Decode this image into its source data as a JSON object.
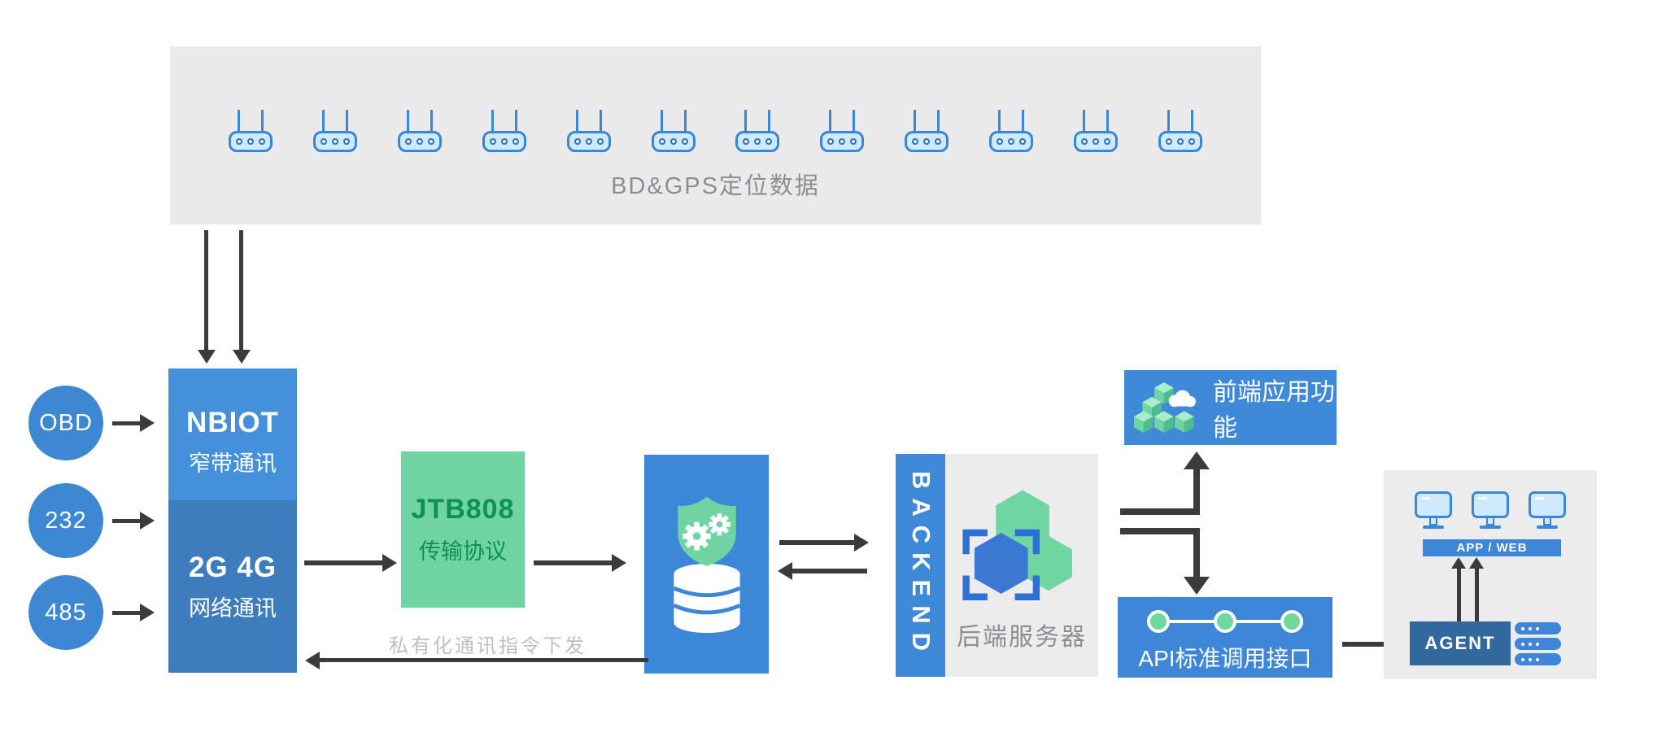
{
  "top_panel": {
    "caption": "BD&GPS定位数据",
    "router_count": 12
  },
  "inputs": [
    {
      "label": "OBD"
    },
    {
      "label": "232"
    },
    {
      "label": "485"
    }
  ],
  "comm_box": {
    "nbiot_title": "NBIOT",
    "nbiot_subtitle": "窄带通讯",
    "cell_title": "2G 4G",
    "cell_subtitle": "网络通讯"
  },
  "protocol_box": {
    "title": "JTB808",
    "subtitle": "传输协议"
  },
  "backend": {
    "bar_label": "BACKEND",
    "caption": "后端服务器"
  },
  "frontend_box": {
    "label": "前端应用功能"
  },
  "api_box": {
    "label": "API标准调用接口"
  },
  "client_panel": {
    "app_web_label": "APP / WEB",
    "agent_label": "AGENT",
    "monitor_count": 3,
    "server_count": 3
  },
  "downlink": {
    "label": "私有化通讯指令下发"
  },
  "colors": {
    "primary_blue": "#3e86d8",
    "nbiot_top_blue": "#4590da",
    "cell_bottom_blue": "#3d7cbd",
    "io_circle_blue": "#3d87d3",
    "agent_navy": "#31699f",
    "green_box": "#6fd3a2",
    "green_text": "#0e9159",
    "panel_gray": "#eaeaea",
    "icon_fill_light_blue": "#cfeafd",
    "icon_stroke_blue": "#3a86d9",
    "arrow_dark": "#3b3b3d",
    "caption_gray": "#8a8f94",
    "downlink_gray": "#bcc0c4"
  }
}
